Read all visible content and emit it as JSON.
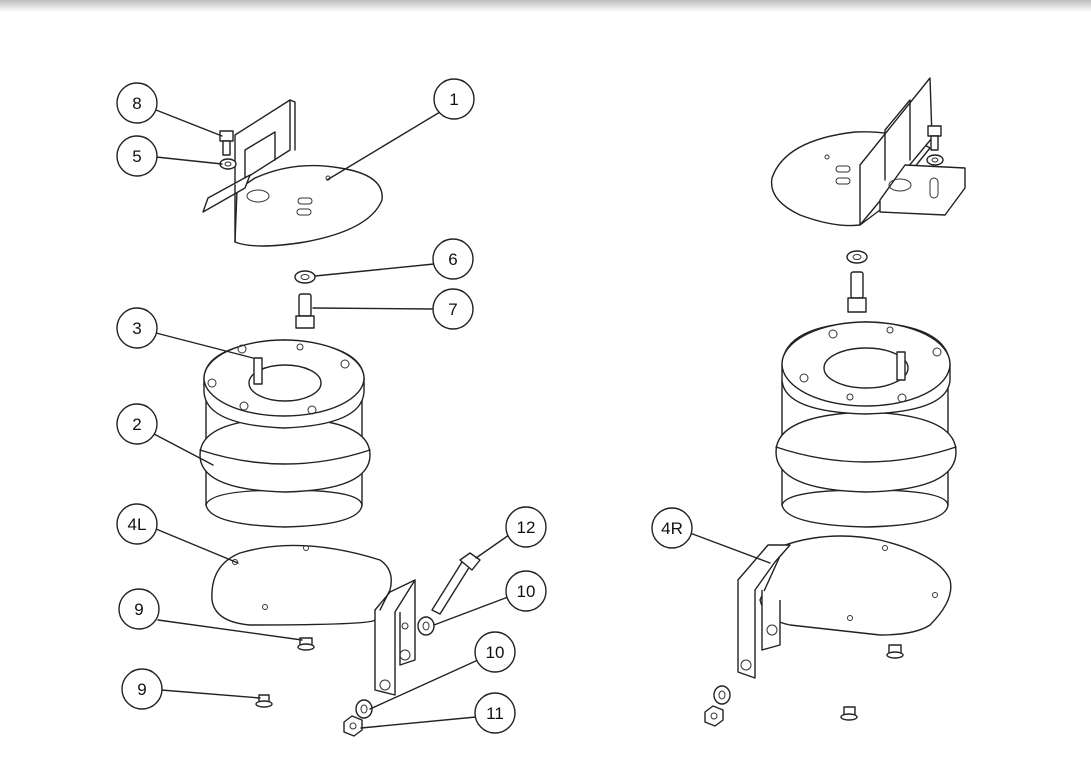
{
  "callouts": {
    "c1": "1",
    "c2": "2",
    "c3": "3",
    "c4l": "4L",
    "c4r": "4R",
    "c5": "5",
    "c6": "6",
    "c7": "7",
    "c8": "8",
    "c9a": "9",
    "c9b": "9",
    "c10a": "10",
    "c10b": "10",
    "c11": "11",
    "c12": "12"
  },
  "colors": {
    "line": "#222222",
    "fill": "#ffffff",
    "header_shadow": "#bdbdbd"
  }
}
